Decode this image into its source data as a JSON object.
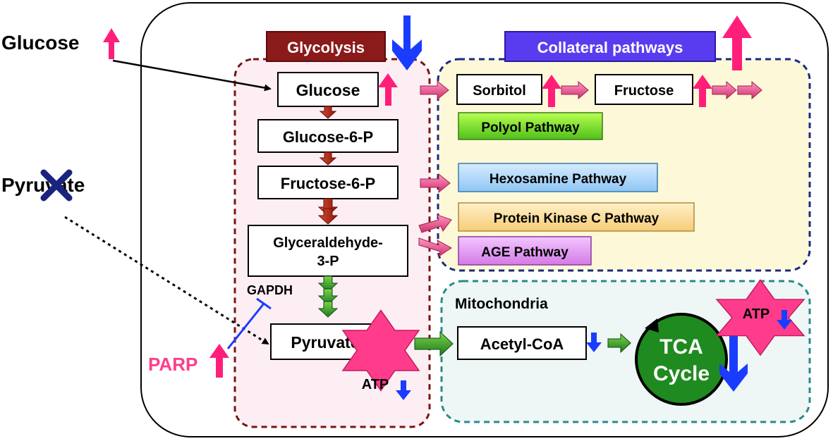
{
  "outside": {
    "glucose": "Glucose",
    "pyruvate": "Pyruvate",
    "parp": "PARP"
  },
  "glycolysis": {
    "title": "Glycolysis",
    "steps": [
      "Glucose",
      "Glucose-6-P",
      "Fructose-6-P",
      "Glyceraldehyde-",
      "3-P",
      "Pyruvate"
    ],
    "enzyme": "GAPDH"
  },
  "collateral": {
    "title": "Collateral pathways",
    "sorbitol": "Sorbitol",
    "fructose": "Fructose",
    "polyol": "Polyol Pathway",
    "hexosamine": "Hexosamine Pathway",
    "pkc": "Protein Kinase C Pathway",
    "age": "AGE Pathway"
  },
  "mito": {
    "title": "Mitochondria",
    "acetyl": "Acetyl-CoA",
    "tca_line1": "TCA",
    "tca_line2": "Cycle"
  },
  "atp": "ATP",
  "colors": {
    "up_arrow": "#ff1f7a",
    "down_arrow": "#1a3cff",
    "glycolysis_banner": "#8b1a1a",
    "collateral_banner": "#5a3cf0",
    "star": "#ff3c8c",
    "tca": "#1f8a1f"
  }
}
